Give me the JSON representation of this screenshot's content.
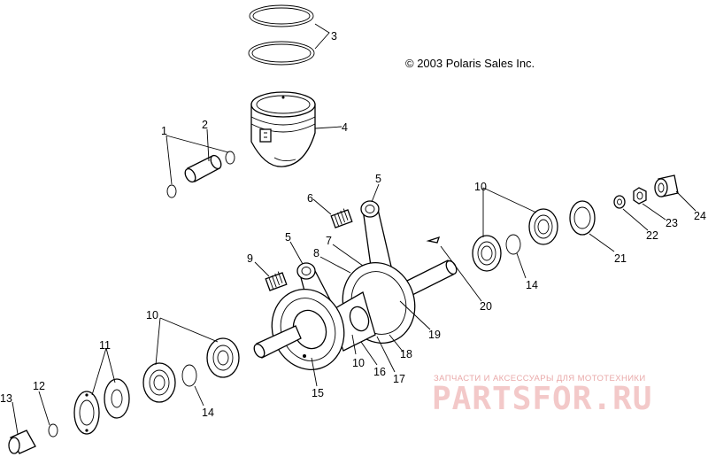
{
  "copyright": "© 2003 Polaris Sales Inc.",
  "watermark": {
    "subtitle": "ЗАПЧАСТИ И АКСЕССУАРЫ ДЛЯ МОТОТЕХНИКИ",
    "logo": "PARTSFOR.RU"
  },
  "callouts": [
    "1",
    "2",
    "3",
    "4",
    "5",
    "5",
    "6",
    "7",
    "8",
    "9",
    "10",
    "10",
    "10",
    "11",
    "12",
    "13",
    "14",
    "14",
    "15",
    "16",
    "17",
    "18",
    "19",
    "20",
    "21",
    "22",
    "23",
    "24"
  ]
}
